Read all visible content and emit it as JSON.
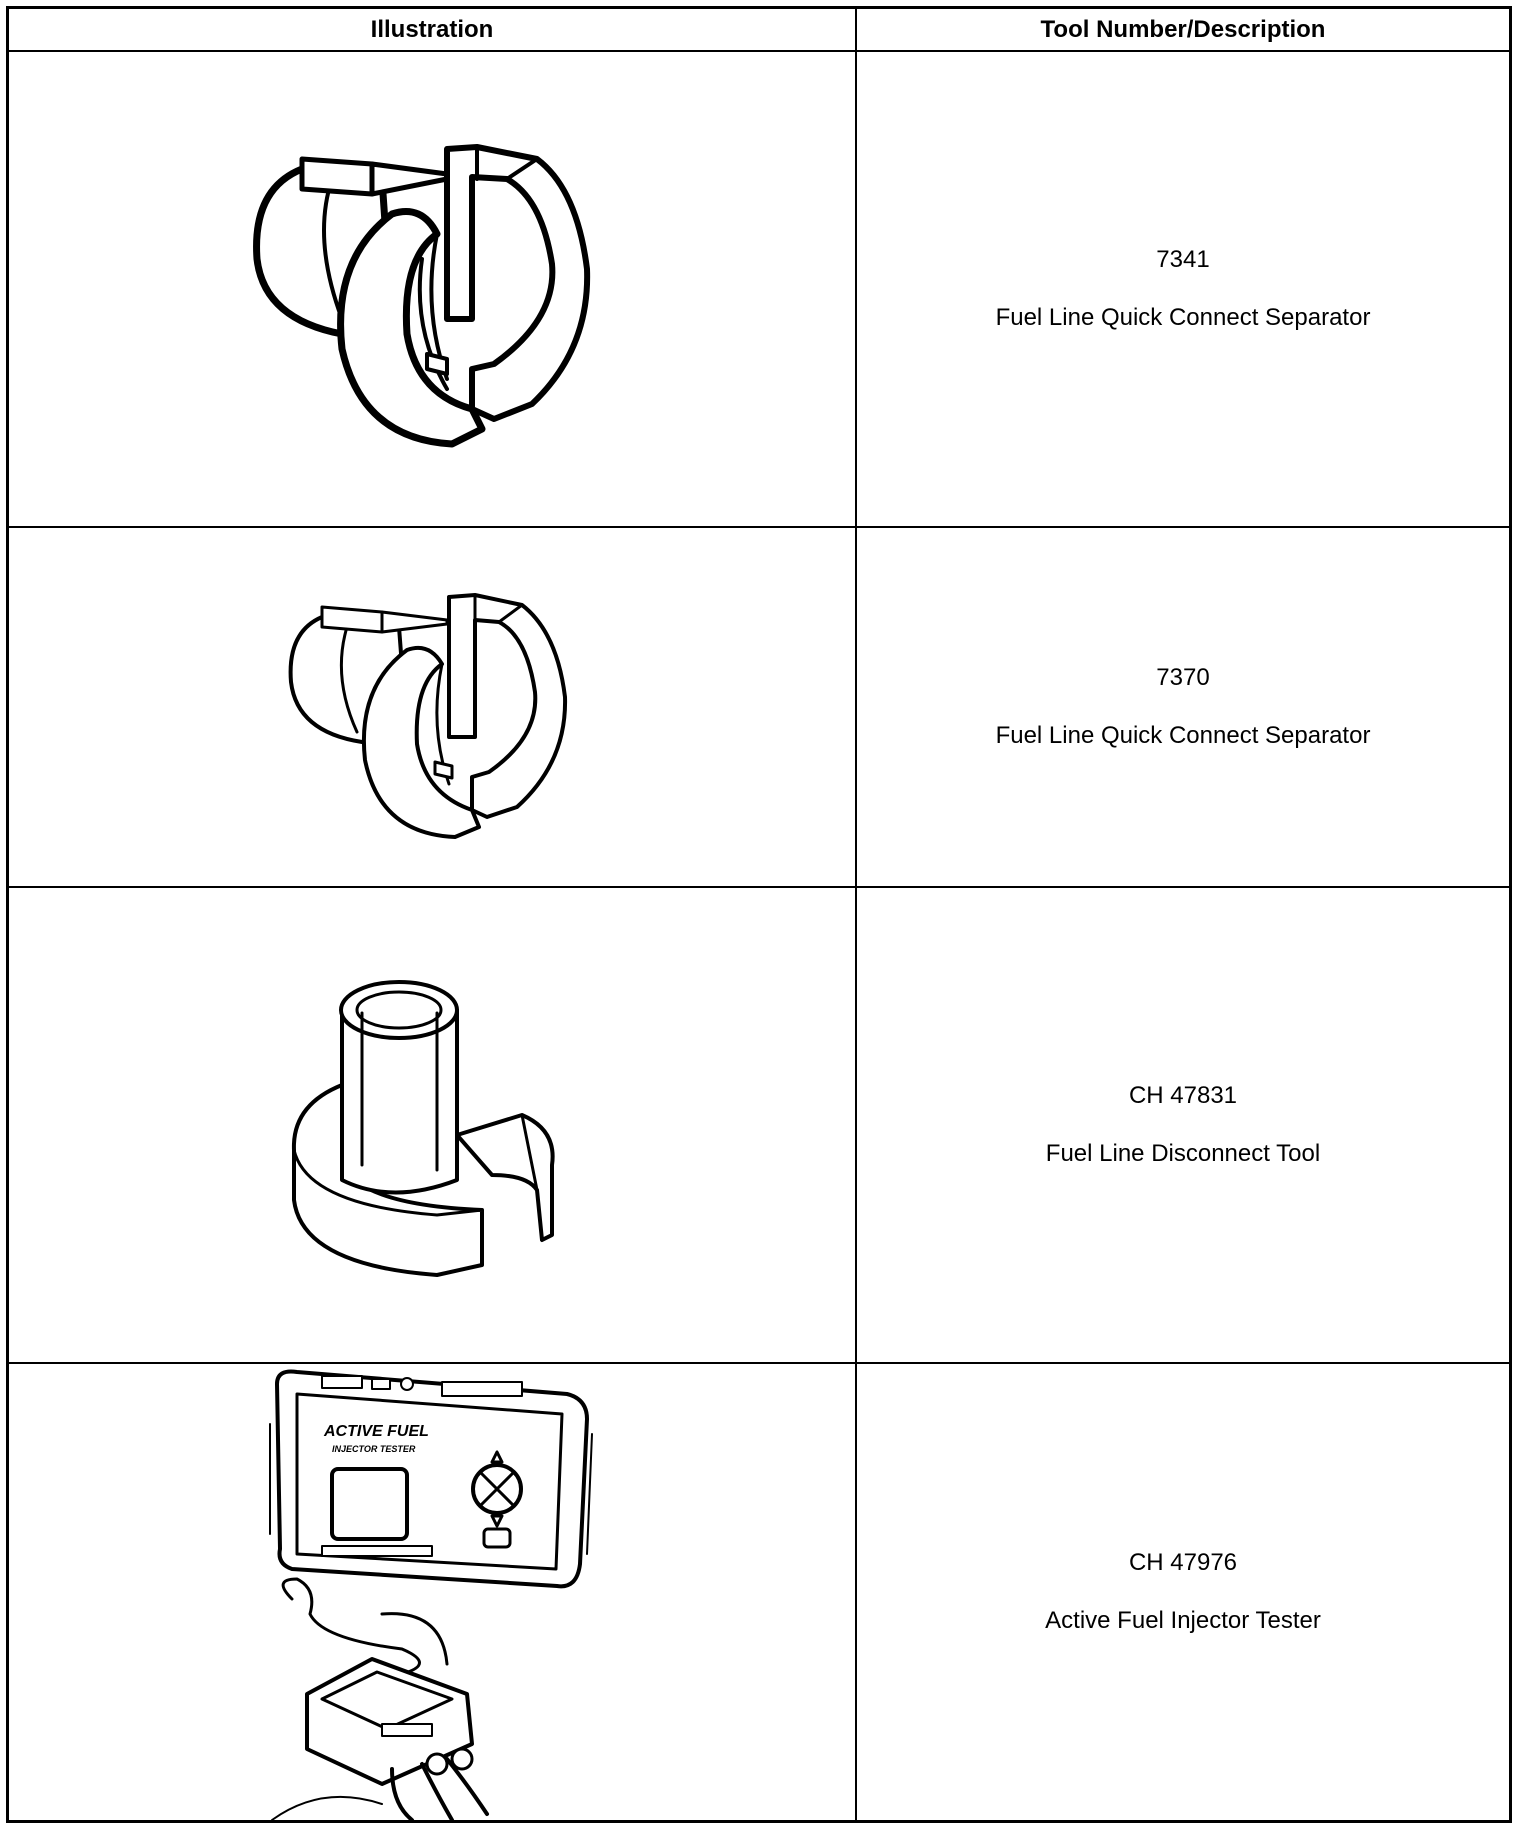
{
  "table": {
    "headers": [
      "Illustration",
      "Tool Number/Description"
    ],
    "rows": [
      {
        "number": "7341",
        "description": "Fuel Line Quick Connect Separator",
        "icon": "quick-connect-separator-large"
      },
      {
        "number": "7370",
        "description": "Fuel Line Quick Connect Separator",
        "icon": "quick-connect-separator-small"
      },
      {
        "number": "CH 47831",
        "description": "Fuel Line Disconnect Tool",
        "icon": "fuel-line-disconnect-tool"
      },
      {
        "number": "CH 47976",
        "description": "Active Fuel Injector Tester",
        "icon": "active-fuel-injector-tester"
      }
    ]
  },
  "tester_label": {
    "brand_line1": "ACTIVE FUEL",
    "brand_line2": "INJECTOR TESTER"
  }
}
